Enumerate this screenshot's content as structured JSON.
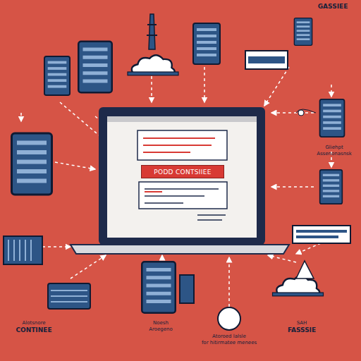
{
  "diagram": {
    "nodes": [
      {
        "text": [
          "PODD CONTSIIEE"
        ]
      }
    ],
    "labels": [
      "GASSIEE",
      "Gliehpt",
      "Assenonasnsk",
      "Alotsnore",
      "CONTINEE",
      "Noesh",
      "Aroegeno",
      "Atoroed lalsle",
      "for hitirmatee menees",
      "SAH",
      "FASSSIE"
    ]
  }
}
